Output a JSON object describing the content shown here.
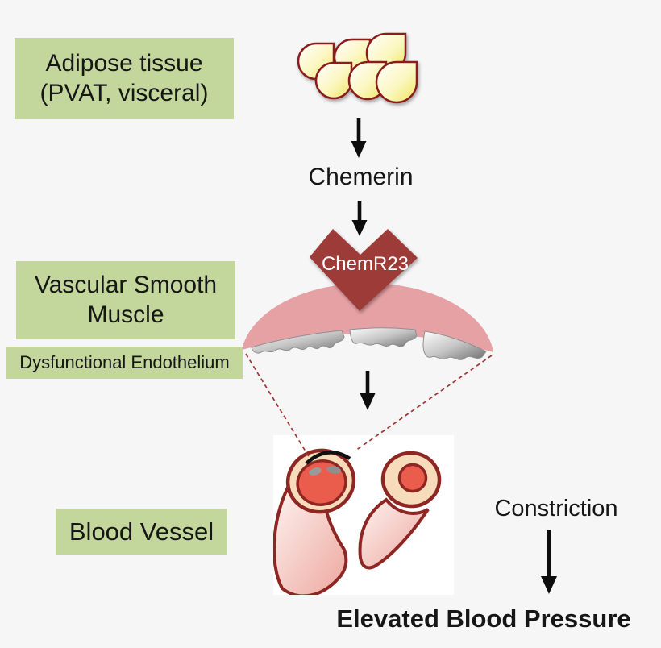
{
  "labels": {
    "adipose_tissue": {
      "line1": "Adipose tissue",
      "line2": "(PVAT, visceral)"
    },
    "chemerin": "Chemerin",
    "receptor": "ChemR23",
    "vascular_smooth_muscle": {
      "line1": "Vascular Smooth",
      "line2": "Muscle"
    },
    "dysfunctional_endothelium": "Dysfunctional Endothelium",
    "blood_vessel": "Blood Vessel",
    "constriction": "Constriction",
    "elevated_blood_pressure": "Elevated Blood Pressure"
  },
  "colors": {
    "background": "#f6f6f7",
    "label_background": "#c3d69b",
    "text": "#161616",
    "receptor_fill": "#9d3a37",
    "receptor_text": "#ffffff",
    "smooth_muscle_pink": "#e6a1a5",
    "adipocyte_border": "#8a1e1e",
    "adipocyte_yellow": "#efe55e",
    "vessel_outline": "#8e2623",
    "vessel_wall_cream": "#f6dcba",
    "vessel_lumen_red": "#ea5c4c",
    "endothelium_gray": "#6f6f6f",
    "dashed_line_red": "#a23531",
    "arrow_black": "#0d0d0d"
  },
  "icons": {
    "adipocyte_cluster": "six teardrop adipocyte cells",
    "down_arrow": "black downward arrow",
    "receptor_chevron": "dark red chevron-heart receptor",
    "smooth_muscle_dome": "pink crescent dome",
    "endothelium_strips": "gray jagged endothelium strips",
    "dilated_vessel": "vessel cross-section with wide lumen",
    "constricted_vessel": "vessel cross-section with narrow lumen",
    "magnified_region": "black arc with dashed callout lines"
  }
}
